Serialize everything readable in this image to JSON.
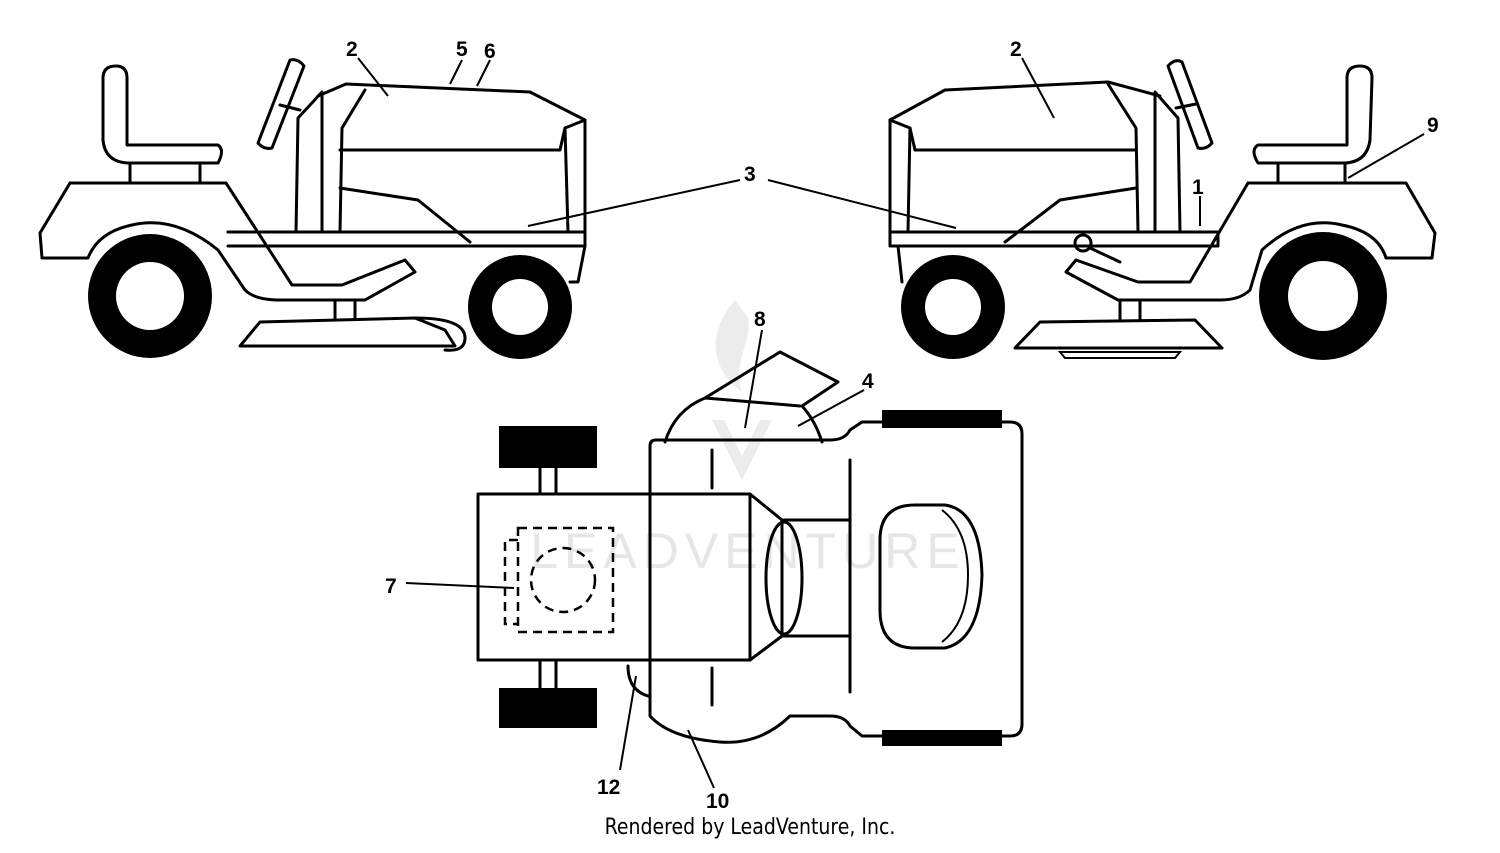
{
  "callouts": {
    "c1": "1",
    "c2_left": "2",
    "c2_right": "2",
    "c3": "3",
    "c4": "4",
    "c5": "5",
    "c6": "6",
    "c7": "7",
    "c8": "8",
    "c9": "9",
    "c10": "10",
    "c12": "12"
  },
  "watermark": "LEADVENTURE",
  "footer": "Rendered by LeadVenture, Inc."
}
